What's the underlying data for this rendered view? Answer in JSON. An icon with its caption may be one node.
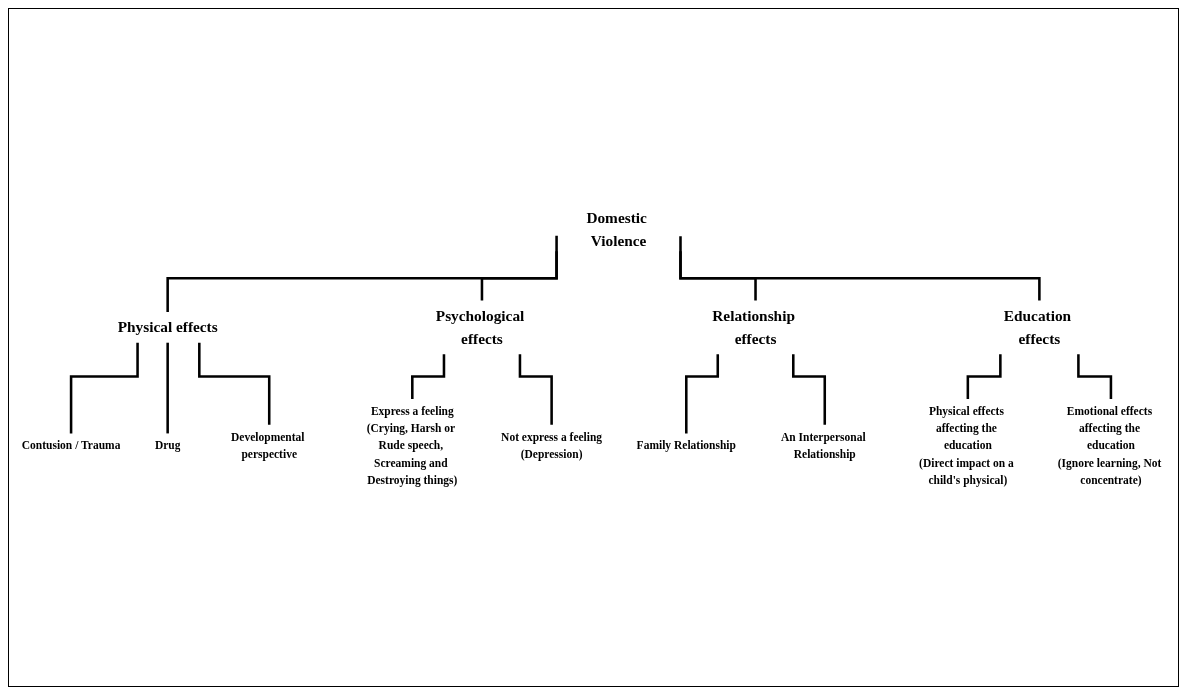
{
  "diagram": {
    "nodes": [
      {
        "text": [
          "Domestic Violence"
        ]
      },
      {
        "text": [
          "Physical effects"
        ]
      },
      {
        "text": [
          "Psychological effects"
        ]
      },
      {
        "text": [
          "Relationship effects"
        ]
      },
      {
        "text": [
          "Education effects"
        ]
      },
      {
        "text": [
          "Contusion / Trauma"
        ]
      },
      {
        "text": [
          "Drug"
        ]
      },
      {
        "text": [
          "Developmental perspective"
        ]
      },
      {
        "text": [
          "Express a feeling",
          "(Crying, Harsh or Rude speech, Screaming and Destroying things)"
        ]
      },
      {
        "text": [
          "Not express a feeling",
          "(Depression)"
        ]
      },
      {
        "text": [
          "Family Relationship"
        ]
      },
      {
        "text": [
          "An Interpersonal Relationship"
        ]
      },
      {
        "text": [
          "Physical effects affecting the education",
          "(Direct impact on a child's physical)"
        ]
      },
      {
        "text": [
          "Emotional effects affecting the education",
          "(Ignore learning, Not concentrate)"
        ]
      }
    ],
    "edges": [
      {
        "from": 0,
        "to": 1,
        "arrow": "none"
      },
      {
        "from": 0,
        "to": 2,
        "arrow": "none"
      },
      {
        "from": 0,
        "to": 3,
        "arrow": "none"
      },
      {
        "from": 0,
        "to": 4,
        "arrow": "none"
      },
      {
        "from": 1,
        "to": 5,
        "arrow": "none"
      },
      {
        "from": 1,
        "to": 6,
        "arrow": "none"
      },
      {
        "from": 1,
        "to": 7,
        "arrow": "none"
      },
      {
        "from": 2,
        "to": 8,
        "arrow": "none"
      },
      {
        "from": 2,
        "to": 9,
        "arrow": "none"
      },
      {
        "from": 3,
        "to": 10,
        "arrow": "none"
      },
      {
        "from": 3,
        "to": 11,
        "arrow": "none"
      },
      {
        "from": 4,
        "to": 12,
        "arrow": "none"
      },
      {
        "from": 4,
        "to": 13,
        "arrow": "none"
      }
    ]
  }
}
